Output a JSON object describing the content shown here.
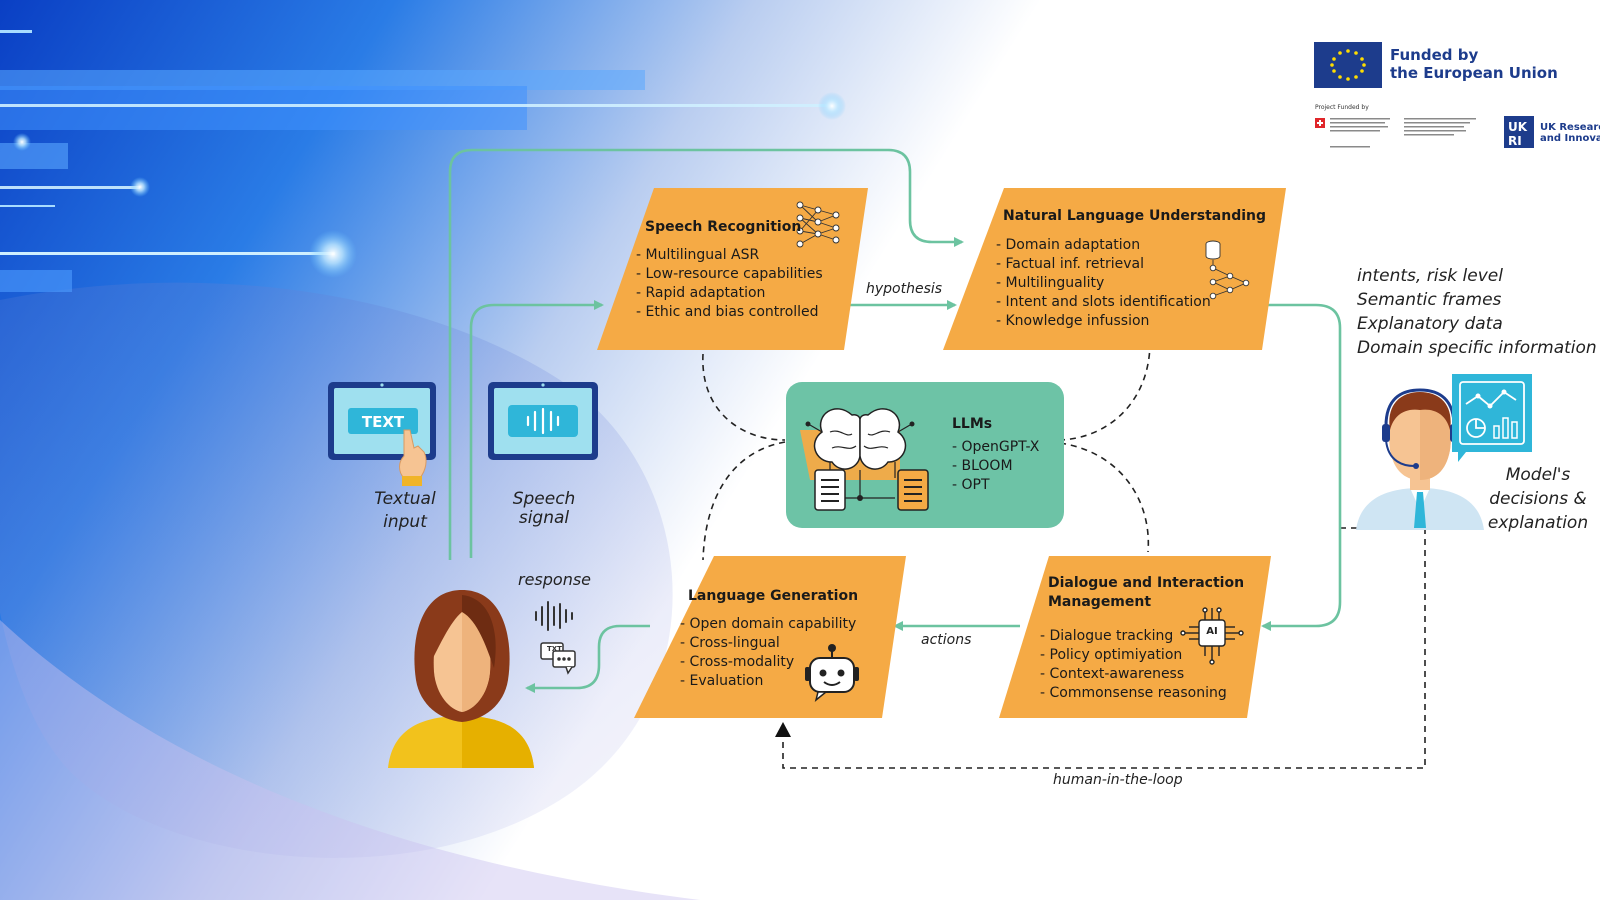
{
  "eu": {
    "line1": "Funded by",
    "line2": "the European Union"
  },
  "partners": {
    "project_funded_by": "Project Funded by",
    "ukri_line1": "UK Research",
    "ukri_line2": "and Innovation"
  },
  "inputs": {
    "text_button": "TEXT",
    "textual_input_line1": "Textual",
    "textual_input_line2": "input",
    "speech_signal_line1": "Speech",
    "speech_signal_line2": "signal"
  },
  "speech_recognition": {
    "title": "Speech Recognition",
    "items": [
      "- Multilingual ASR",
      "- Low-resource capabilities",
      "- Rapid adaptation",
      "- Ethic and bias controlled"
    ]
  },
  "nlu": {
    "title": "Natural Language Understanding",
    "items": [
      "- Domain adaptation",
      "- Factual inf. retrieval",
      "- Multilinguality",
      "- Intent and slots identification",
      "- Knowledge infussion"
    ]
  },
  "llms": {
    "title": "LLMs",
    "items": [
      "- OpenGPT-X",
      "- BLOOM",
      "- OPT"
    ]
  },
  "language_generation": {
    "title": "Language Generation",
    "items": [
      "- Open domain capability",
      "- Cross-lingual",
      "- Cross-modality",
      "- Evaluation"
    ]
  },
  "dialogue": {
    "title_line1": "Dialogue and Interaction",
    "title_line2": "Management",
    "items": [
      "- Dialogue tracking",
      "- Policy optimiyation",
      "- Context-awareness",
      "- Commonsense reasoning"
    ],
    "ai_chip": "AI"
  },
  "edges": {
    "hypothesis": "hypothesis",
    "actions": "actions",
    "response": "response",
    "human_in_the_loop": "human-in-the-loop"
  },
  "nlu_outputs": [
    "intents, risk level",
    "Semantic frames",
    "Explanatory data",
    "Domain specific information"
  ],
  "operator": {
    "line1": "Model's",
    "line2": "decisions &",
    "line3": "explanation"
  },
  "colors": {
    "orange": "#F5AA45",
    "teal": "#6DC3A6",
    "arrow": "#6CC3A0",
    "blue": "#1E5FD6",
    "eu_blue": "#1d3c8c"
  }
}
